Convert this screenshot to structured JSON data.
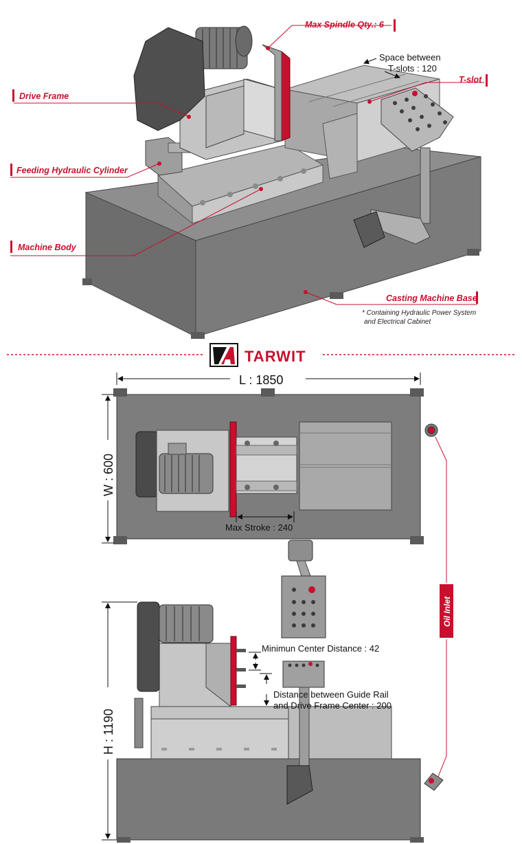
{
  "callouts": {
    "max_spindle": "Max Spindle Qty.:  6",
    "tslot_space_1": "Space between",
    "tslot_space_2": "T-slots : 120",
    "tslot": "T-slot",
    "drive_frame": "Drive Frame",
    "feeding_cylinder": "Feeding Hydraulic  Cylinder",
    "machine_body": "Machine Body",
    "casting_base": "Casting Machine Base",
    "casting_note_1": "* Containing Hydraulic Power System",
    "casting_note_2": "and Electrical Cabinet"
  },
  "brand": {
    "logo_mark": "TA",
    "name": "TARWIT"
  },
  "dimensions": {
    "length": "L : 1850",
    "width": "W : 600",
    "height": "H : 1190",
    "max_stroke": "Max Stroke : 240",
    "min_center": "Minimun Center Distance : 42",
    "guide_rail_1": "Distance between Guide Rail",
    "guide_rail_2": "and Drive Frame Center : 200",
    "oil_inlet": "Oil Inlet"
  },
  "colors": {
    "accent": "#c8102e",
    "machine_gray": "#8c8c8c",
    "dark_gray": "#5a5a5a"
  }
}
